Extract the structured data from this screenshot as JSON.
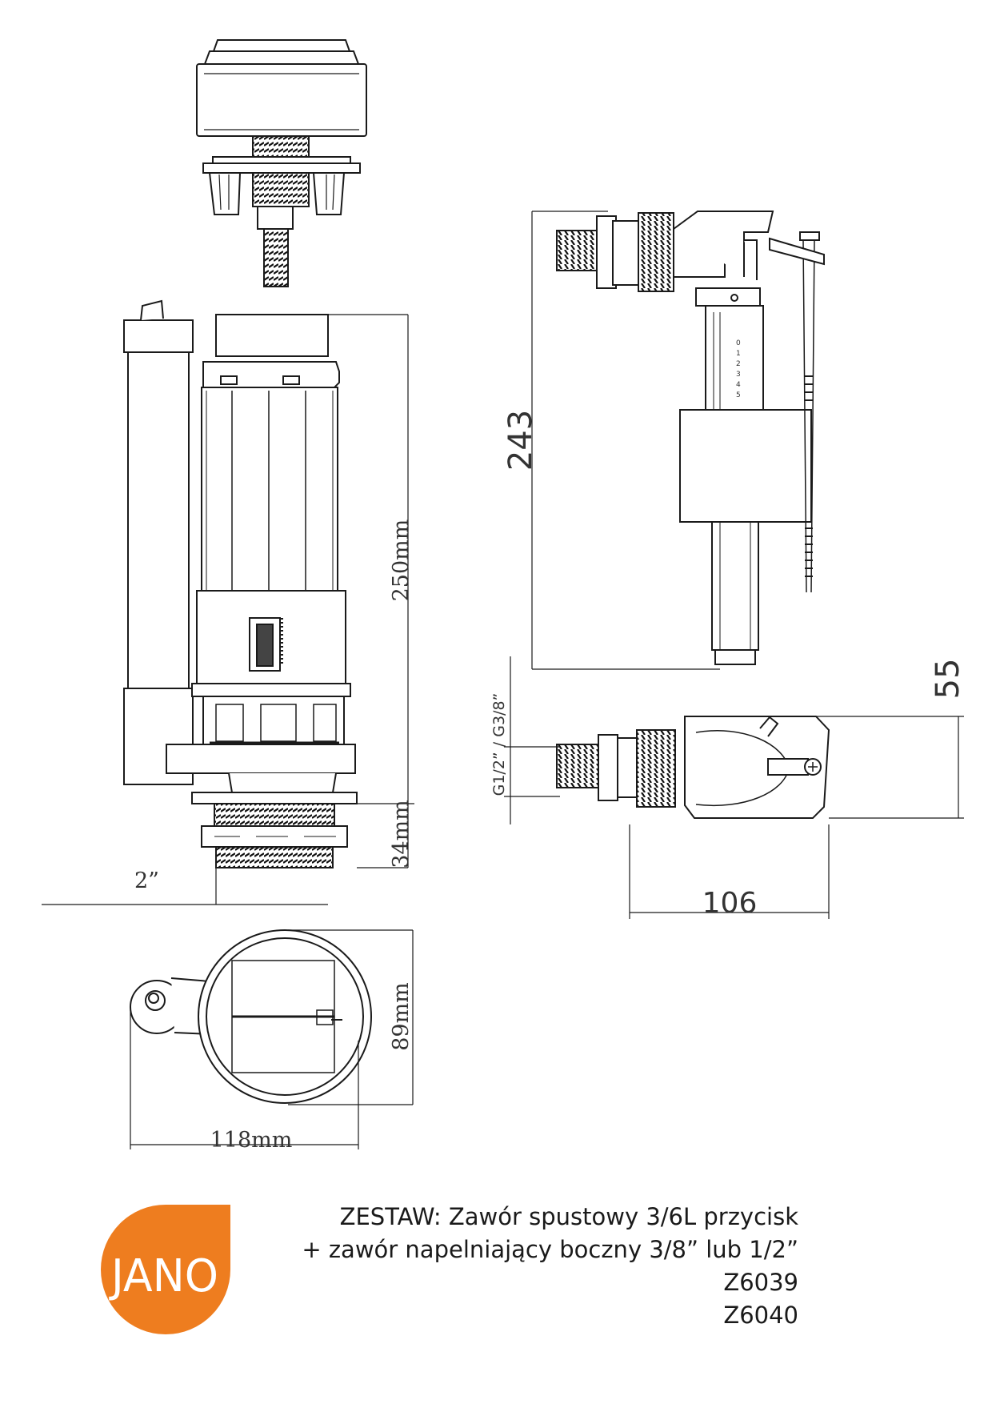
{
  "dimensions": {
    "flush_valve_height": "250mm",
    "thread_height": "34mm",
    "outlet_size": "2”",
    "footprint_depth": "89mm",
    "footprint_width": "118mm",
    "fill_valve_height": "243",
    "float_height": "55",
    "fill_valve_width": "106",
    "thread_sizes": "G1/2”  /  G3/8”"
  },
  "gauge_scale": [
    "0",
    "1",
    "2",
    "3",
    "4",
    "5"
  ],
  "caption": {
    "line1": "ZESTAW: Zawór spustowy 3/6L przycisk",
    "line2": "+ zawór napelniający boczny 3/8” lub 1/2”",
    "code1": "Z6039",
    "code2": "Z6040"
  },
  "logo": {
    "text": "JANO",
    "color": "#EE7D1F"
  }
}
